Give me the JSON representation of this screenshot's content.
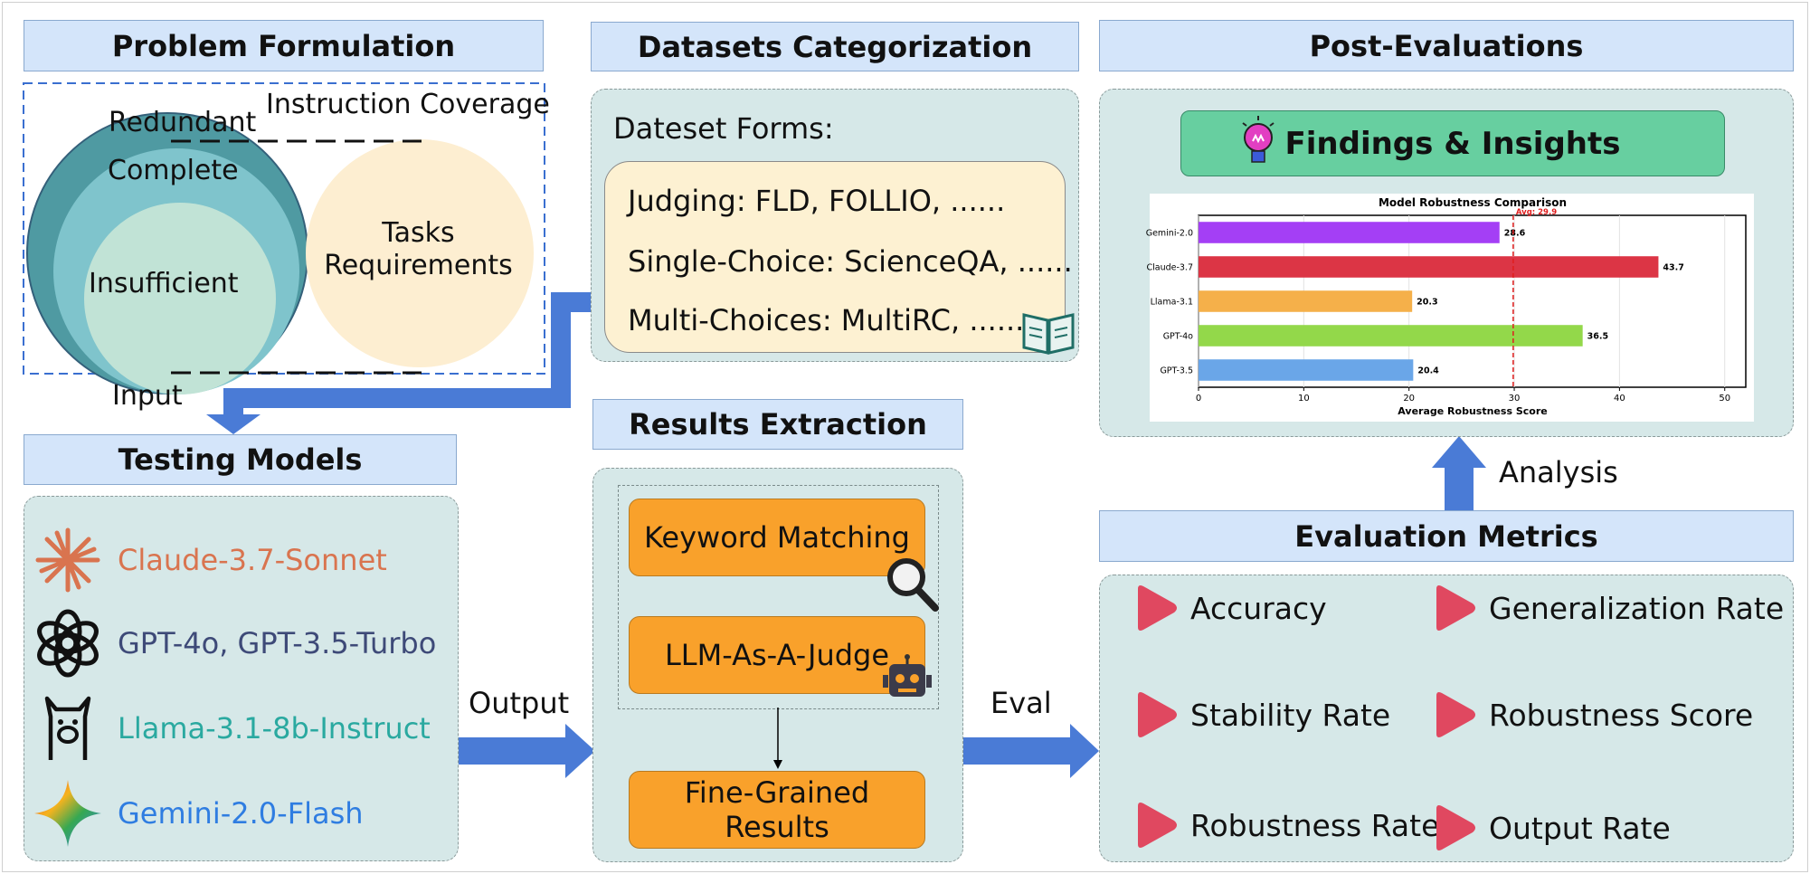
{
  "sections": {
    "problem": "Problem Formulation",
    "datasets": "Datasets Categorization",
    "post": "Post-Evaluations",
    "testing": "Testing Models",
    "results": "Results Extraction",
    "metrics": "Evaluation Metrics"
  },
  "problem": {
    "coverage": "Instruction Coverage",
    "redundant": "Redundant",
    "complete": "Complete",
    "insufficient": "Insufficient",
    "tasks_line1": "Tasks",
    "tasks_line2": "Requirements"
  },
  "datasets": {
    "forms_title": "Dateset Forms:",
    "items": [
      "Judging: FLD, FOLLIO, ......",
      "Single-Choice: ScienceQA, ......",
      "Multi-Choices: MultiRC, ......"
    ]
  },
  "post": {
    "findings": "Findings & Insights"
  },
  "models": [
    {
      "label": "Claude-3.7-Sonnet",
      "color": "#d9744f",
      "icon": "claude-icon"
    },
    {
      "label": "GPT-4o, GPT-3.5-Turbo",
      "color": "#3e4a78",
      "icon": "openai-icon"
    },
    {
      "label": "Llama-3.1-8b-Instruct",
      "color": "#2aa9a0",
      "icon": "llama-icon"
    },
    {
      "label": "Gemini-2.0-Flash",
      "color": "#2f7de1",
      "icon": "gemini-icon"
    }
  ],
  "results": {
    "keyword": "Keyword Matching",
    "judge": "LLM-As-A-Judge",
    "fine_line1": "Fine-Grained",
    "fine_line2": "Results"
  },
  "metrics": [
    "Accuracy",
    "Generalization Rate",
    "Stability Rate",
    "Robustness Score",
    "Robustness Rate",
    "Output Rate"
  ],
  "arrows": {
    "input": "Input",
    "output": "Output",
    "eval": "Eval",
    "analysis": "Analysis"
  },
  "chart_data": {
    "type": "bar",
    "orientation": "horizontal",
    "title": "Model Robustness Comparison",
    "xlabel": "Average Robustness Score",
    "ylabel": "",
    "categories": [
      "Gemini-2.0",
      "Claude-3.7",
      "Llama-3.1",
      "GPT-4o",
      "GPT-3.5"
    ],
    "values": [
      28.6,
      43.7,
      20.3,
      36.5,
      20.4
    ],
    "colors": [
      "#a43ff5",
      "#dc3545",
      "#f5b04a",
      "#93d84a",
      "#6aa6e8"
    ],
    "xlim": [
      0,
      52
    ],
    "xticks": [
      0,
      10,
      20,
      30,
      40,
      50
    ],
    "avg_line": 29.9,
    "avg_label": "Avg: 29.9",
    "grid": "vertical"
  },
  "colors": {
    "accent_blue": "#4a7bd6",
    "panel": "#d6e8e8",
    "header": "#d4e5fa",
    "orange": "#f9a12b",
    "green": "#67cfa0",
    "metric_red": "#e04860"
  }
}
